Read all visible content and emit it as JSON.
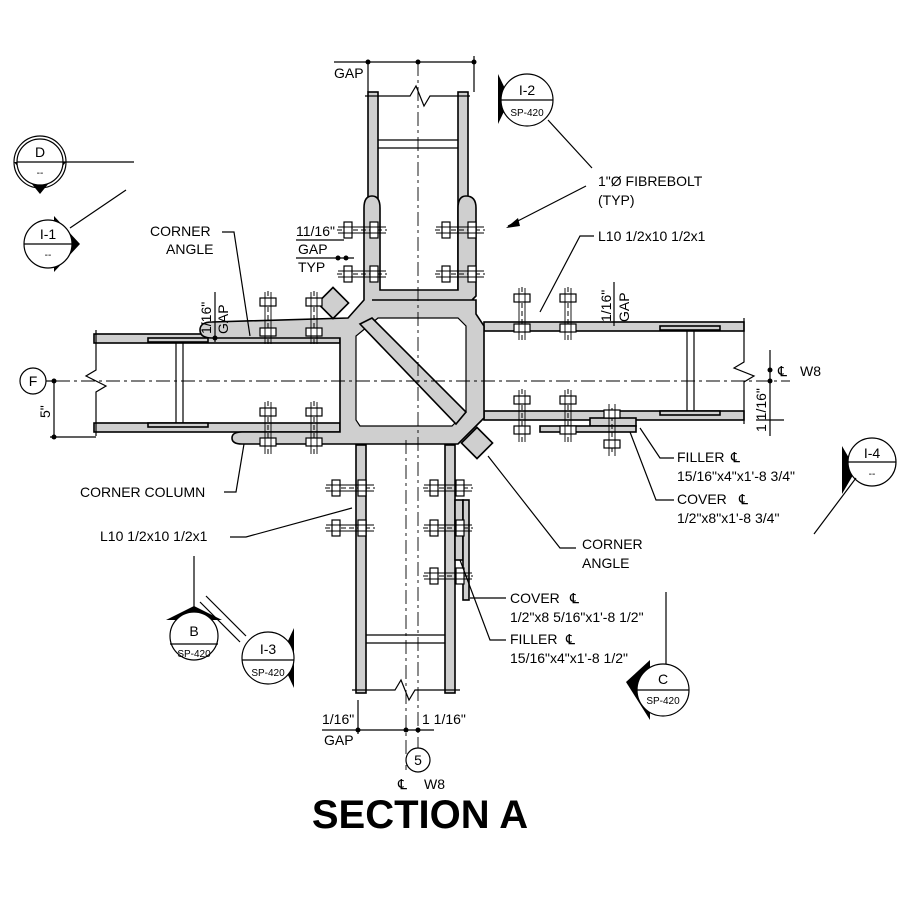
{
  "title": "SECTION A",
  "callouts": {
    "D": {
      "letter": "D",
      "sheet": "--"
    },
    "I1": {
      "letter": "I-1",
      "sheet": "--"
    },
    "I2": {
      "letter": "I-2",
      "sheet": "SP-420"
    },
    "I3": {
      "letter": "I-3",
      "sheet": "SP-420"
    },
    "I4": {
      "letter": "I-4",
      "sheet": "--"
    },
    "B": {
      "letter": "B",
      "sheet": "SP-420"
    },
    "C": {
      "letter": "C",
      "sheet": "SP-420"
    }
  },
  "grid": {
    "F": "F",
    "five": "5"
  },
  "labels": {
    "gap": "GAP",
    "typ": "TYP",
    "eleven_sixteenths": "11/16\"",
    "one_sixteenth": "1/16\"",
    "one_sixteenth_right": "1 1/16\"",
    "five_in": "5\"",
    "one_one_sixteenth": "1 1/16\"",
    "fibrebolt_1": "1\"Ø FIBREBOLT",
    "fibrebolt_2": "(TYP)",
    "corner_angle_1": "CORNER",
    "corner_angle_2": "ANGLE",
    "angle_top": "L10 1/2x10 1/2x1",
    "angle_left": "L10 1/2x10 1/2x1",
    "corner_column": "CORNER COLUMN",
    "filler_r_1": "FILLER",
    "filler_r_2": "15/16\"x4\"x1'-8 3/4\"",
    "cover_r_1": "COVER",
    "cover_r_2": "1/2\"x8\"x1'-8 3/4\"",
    "cover_b_1": "COVER",
    "cover_b_2": "1/2\"x8 5/16\"x1'-8 1/2\"",
    "filler_b_1": "FILLER",
    "filler_b_2": "15/16\"x4\"x1'-8 1/2\"",
    "w8_right": "W8",
    "w8_bottom": "W8",
    "plate_symbol": "℄"
  }
}
